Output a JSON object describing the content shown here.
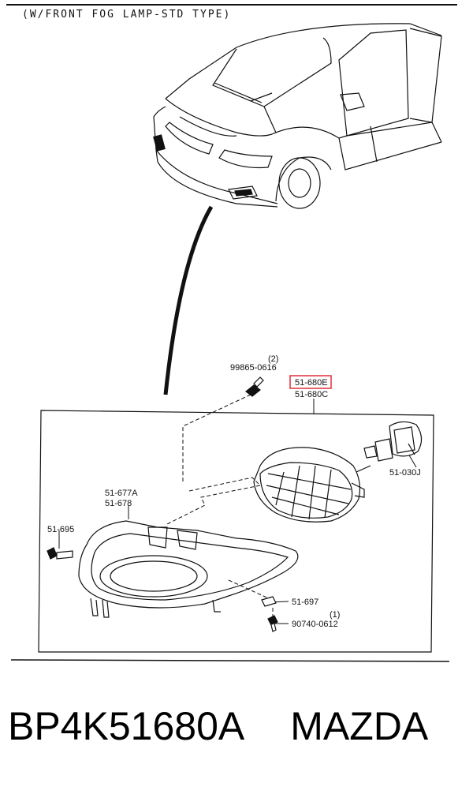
{
  "header": {
    "title": "(W/FRONT FOG LAMP-STD TYPE)"
  },
  "callouts": {
    "screw_top": {
      "part": "99865-0616",
      "qty": "(2)"
    },
    "lamp_assy": {
      "part_highlight": "51-680E",
      "part": "51-680C"
    },
    "bulb": {
      "part": "51-030J"
    },
    "bracket": {
      "part_a": "51-677A",
      "part_b": "51-678"
    },
    "bolt": {
      "part": "51-695"
    },
    "clip": {
      "part": "51-697"
    },
    "screw_bottom": {
      "part": "90740-0612",
      "qty": "(1)"
    }
  },
  "caption": {
    "part_number": "BP4K51680A",
    "brand": "MAZDA"
  },
  "colors": {
    "line": "#111111",
    "highlight": "#e0303a",
    "background": "#ffffff"
  }
}
